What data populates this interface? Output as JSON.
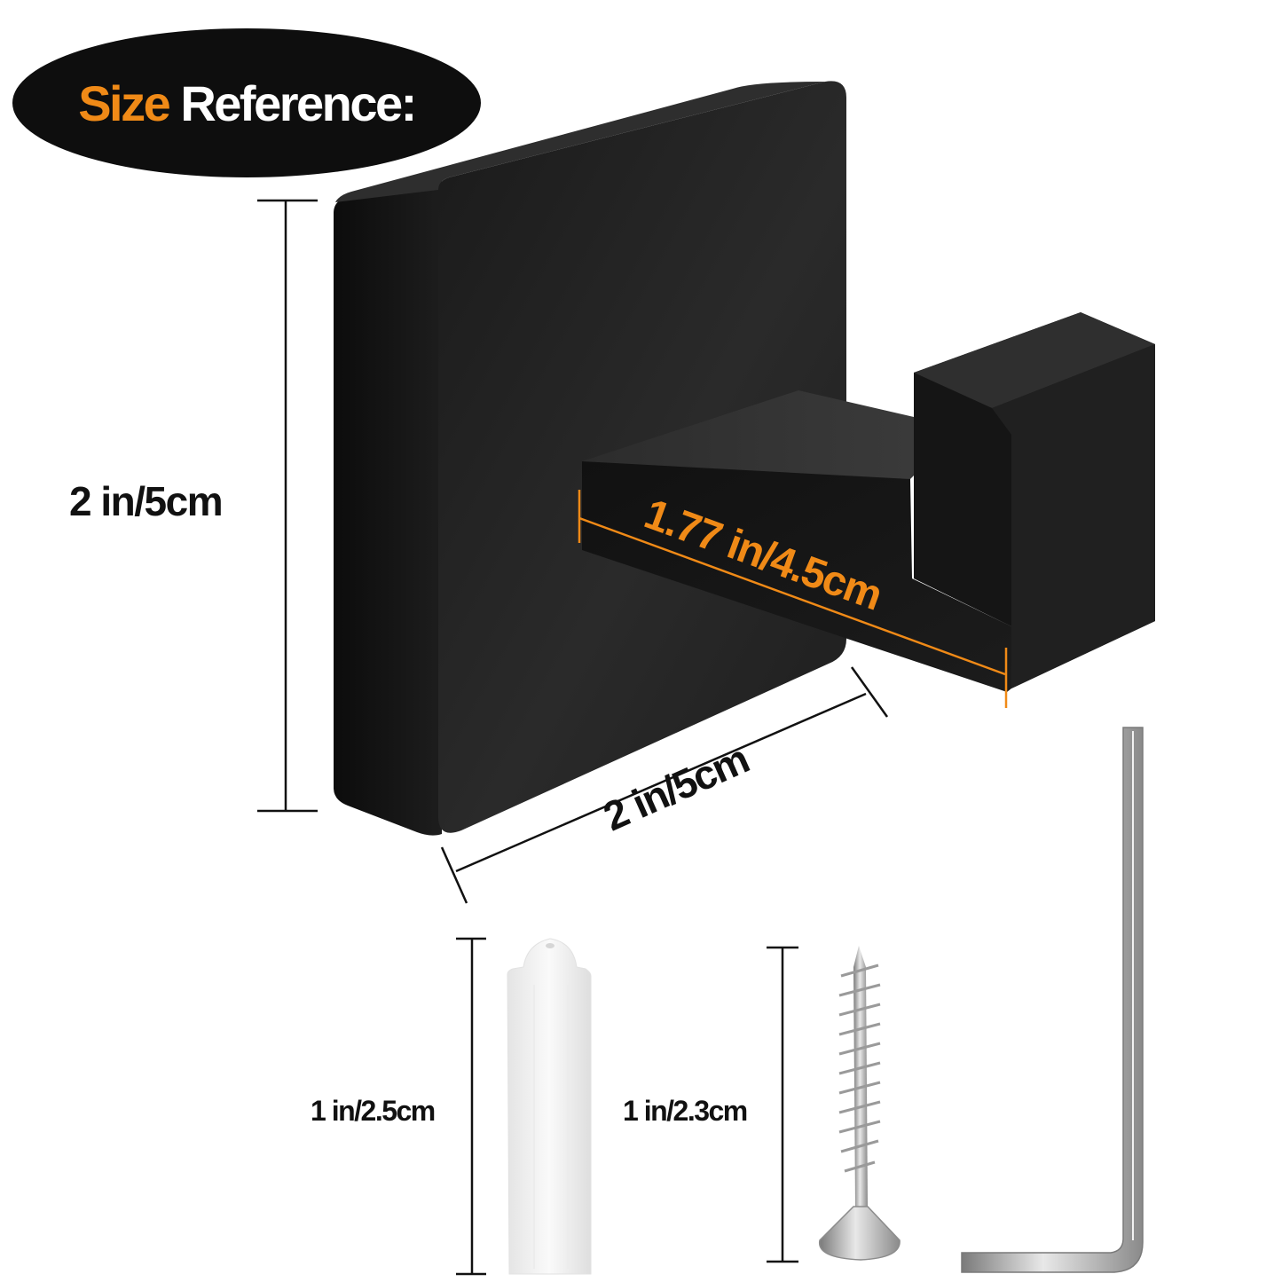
{
  "title": {
    "accent": "Size",
    "main": "Reference:"
  },
  "colors": {
    "accent": "#f08a17",
    "product": "#141414",
    "background": "#ffffff"
  },
  "product": {
    "name": "Square towel hook (matte black)",
    "dimensions": {
      "height": "2 in/5cm",
      "width": "2 in/5cm",
      "hook_length": "1.77 in/4.5cm"
    }
  },
  "accessories": [
    {
      "name": "wall anchor",
      "dimension": "1 in/2.5cm"
    },
    {
      "name": "screw",
      "dimension": "1 in/2.3cm"
    },
    {
      "name": "hex key",
      "dimension": ""
    }
  ]
}
